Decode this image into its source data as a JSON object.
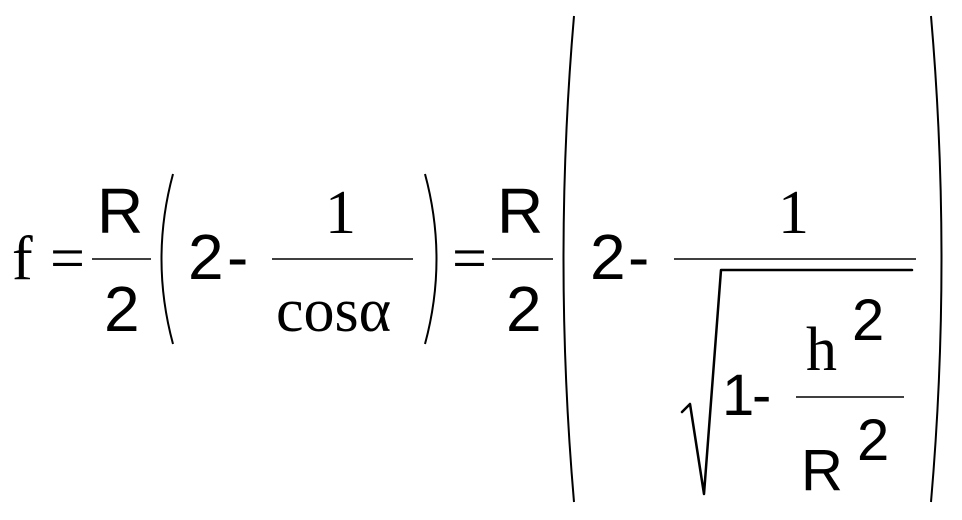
{
  "formula": {
    "lhs": "f",
    "eq1": "=",
    "eq2": "=",
    "term1": {
      "numerator": "R",
      "denominator": "2",
      "inner": {
        "two": "2",
        "minus": "-",
        "frac_numerator": "1",
        "frac_denominator": "cosα"
      }
    },
    "term2": {
      "numerator": "R",
      "denominator": "2",
      "inner": {
        "two": "2",
        "minus": "-",
        "frac_numerator": "1",
        "root": {
          "one": "1",
          "minus": "-",
          "h": "h",
          "h_exp": "2",
          "R": "R",
          "R_exp": "2"
        }
      }
    }
  }
}
